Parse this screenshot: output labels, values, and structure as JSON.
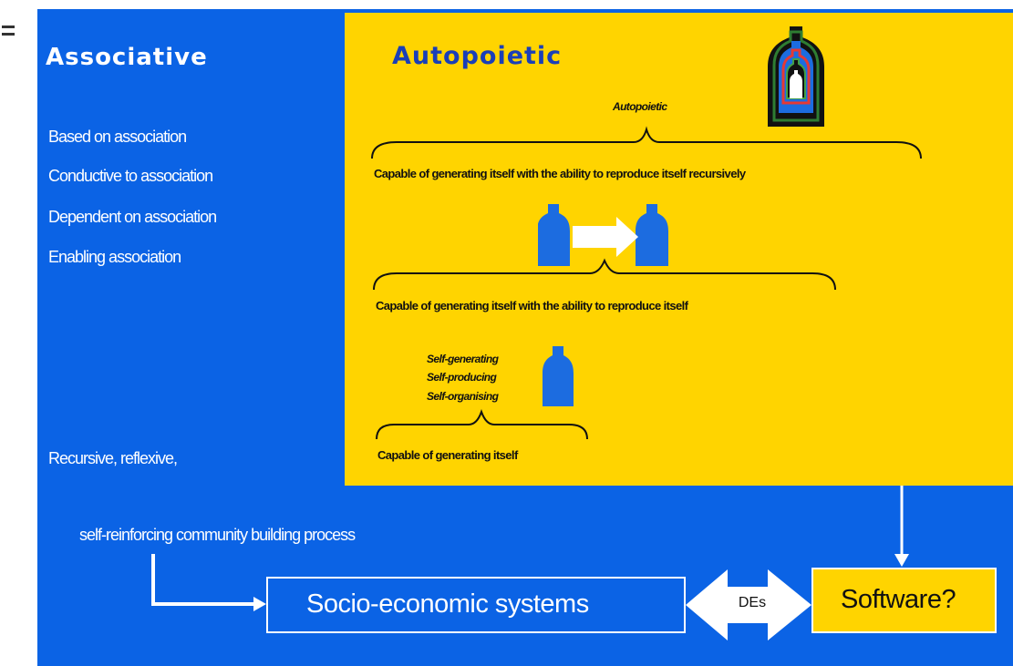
{
  "associative": {
    "title": "Associative",
    "items": [
      "Based on association",
      "Conductive to association",
      "Dependent on association",
      "Enabling association"
    ],
    "recursive_label": "Recursive, reflexive,",
    "community_label": "self-reinforcing community building process"
  },
  "autopoietic": {
    "title": "Autopoietic",
    "top_label": "Autopoietic",
    "level1_caption": "Capable of generating itself with the ability to reproduce itself recursively",
    "level2_caption": "Capable of generating itself with the ability to reproduce itself",
    "self_terms": [
      "Self-generating",
      "Self-producing",
      "Self-organising"
    ],
    "level3_caption": "Capable of generating itself"
  },
  "bottom": {
    "socio_label": "Socio-economic systems",
    "des_label": "DEs",
    "software_label": "Software?"
  },
  "colors": {
    "blue": "#0b63e5",
    "yellow": "#ffd400",
    "title_blue": "#1a3fb8",
    "figure_blue": "#1c6ce0"
  }
}
